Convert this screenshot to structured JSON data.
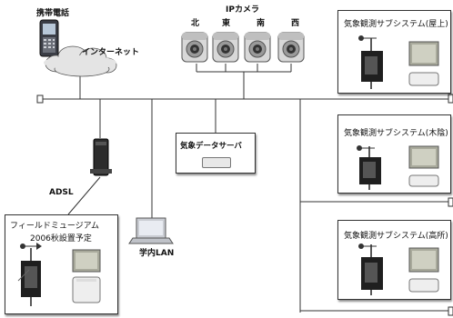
{
  "diagram": {
    "phone_label": "携帯電話",
    "internet_label": "インターネット",
    "ipcam_label": "IPカメラ",
    "cameras": [
      "北",
      "東",
      "南",
      "西"
    ],
    "server_label": "気象データサーバ",
    "adsl_label": "ADSL",
    "campus_lan_label": "学内LAN",
    "museum": {
      "line1": "フィールドミュージアム",
      "line2": "2006秋設置予定"
    },
    "subsystems": [
      "気象観測サブシステム(屋上)",
      "気象観測サブシステム(木陰)",
      "気象観測サブシステム(高所)"
    ]
  }
}
